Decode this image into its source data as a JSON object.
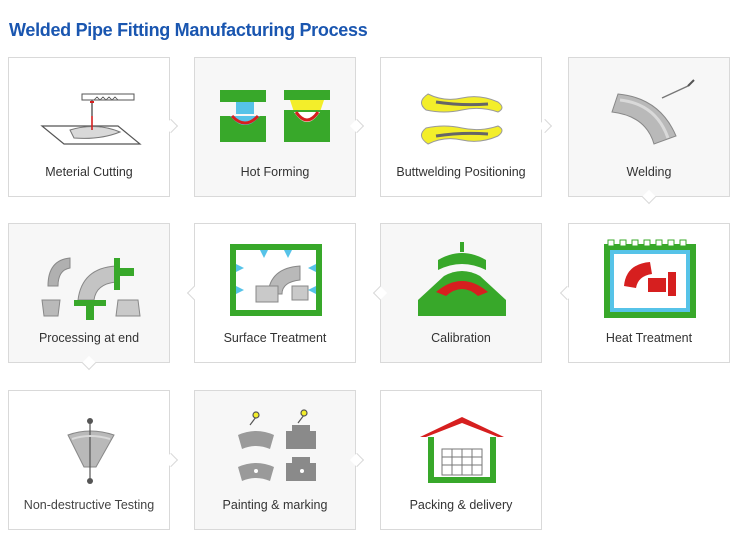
{
  "page": {
    "title": "Welded Pipe Fitting Manufacturing Process"
  },
  "colors": {
    "title": "#1a56b0",
    "green": "#38a82a",
    "red": "#d61f1f",
    "yellow": "#f3ee2a",
    "cyan": "#56c3e8",
    "gray": "#a9a9a9"
  },
  "steps": [
    {
      "label": "Meterial Cutting",
      "icon": "plasma-cutter-icon"
    },
    {
      "label": "Hot Forming",
      "icon": "press-die-icon"
    },
    {
      "label": "Buttwelding Positioning",
      "icon": "half-shells-icon"
    },
    {
      "label": "Welding",
      "icon": "welding-elbow-icon"
    },
    {
      "label": "Processing at end",
      "icon": "end-processing-icon"
    },
    {
      "label": "Surface Treatment",
      "icon": "shot-blast-icon"
    },
    {
      "label": "Calibration",
      "icon": "calibration-die-icon"
    },
    {
      "label": "Heat Treatment",
      "icon": "furnace-icon"
    },
    {
      "label": "Non-destructive Testing",
      "icon": "x-ray-test-icon"
    },
    {
      "label": "Painting & marking",
      "icon": "paint-marking-icon"
    },
    {
      "label": "Packing & delivery",
      "icon": "warehouse-icon"
    }
  ]
}
